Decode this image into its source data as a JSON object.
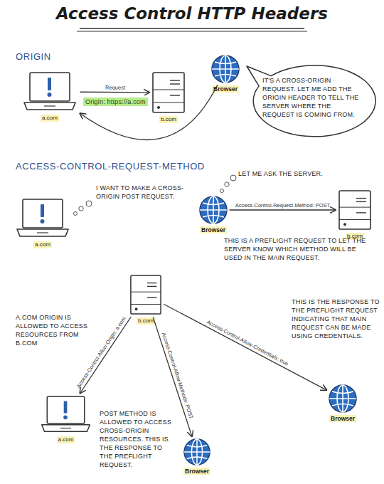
{
  "diagram": {
    "title": "Access Control HTTP Headers",
    "nodes": [
      {
        "text": [
          "a.com"
        ]
      },
      {
        "text": [
          "b.com"
        ]
      },
      {
        "text": [
          "Browser"
        ]
      },
      {
        "text": [
          "IT'S A CROSS-ORIGIN REQUEST. LET ME ADD THE ORIGIN HEADER TO TELL THE SERVER WHERE THE REQUEST IS COMING FROM."
        ]
      },
      {
        "text": [
          "a.com"
        ]
      },
      {
        "text": [
          "Browser"
        ]
      },
      {
        "text": [
          "b.com"
        ]
      },
      {
        "text": [
          "b.com"
        ]
      },
      {
        "text": [
          "a.com"
        ]
      },
      {
        "text": [
          "Browser"
        ]
      },
      {
        "text": [
          "Browser"
        ]
      }
    ],
    "edges": [
      {
        "from": 0,
        "to": 1,
        "label": "Request",
        "arrow": "to"
      },
      {
        "from": 2,
        "to": 0,
        "arrow": "to"
      },
      {
        "from": 5,
        "to": 6,
        "label": "Access-Control-Request-Method: POST",
        "arrow": "to"
      },
      {
        "from": 7,
        "to": 8,
        "label": "Access-Control-Allow-Origin: a.com",
        "arrow": "to"
      },
      {
        "from": 7,
        "to": 9,
        "label": "Access-Control-Allow-Methods: POST",
        "arrow": "to"
      },
      {
        "from": 7,
        "to": 10,
        "label": "Access-Control-Allow-Credentials: true",
        "arrow": "to"
      }
    ],
    "labels": [
      "ORIGIN",
      "Origin: https://a.com",
      "ACCESS-CONTROL-REQUEST-METHOD",
      "I WANT TO MAKE A CROSS-ORIGIN POST REQUEST.",
      "LET ME ASK THE SERVER.",
      "THIS IS A PREFLIGHT REQUEST TO LET THE SERVER KNOW WHICH METHOD WILL BE USED IN THE MAIN REQUEST.",
      "A.COM ORIGIN IS ALLOWED TO ACCESS RESOURCES FROM B.COM",
      "POST METHOD IS ALLOWED TO ACCESS CROSS-ORIGIN RESOURCES. THIS IS THE RESPONSE TO THE PREFLIGHT REQUEST.",
      "THIS IS THE RESPONSE TO THE PREFLIGHT REQUEST INDICATING THAT MAIN REQUEST CAN BE MADE USING CREDENTIALS."
    ]
  }
}
